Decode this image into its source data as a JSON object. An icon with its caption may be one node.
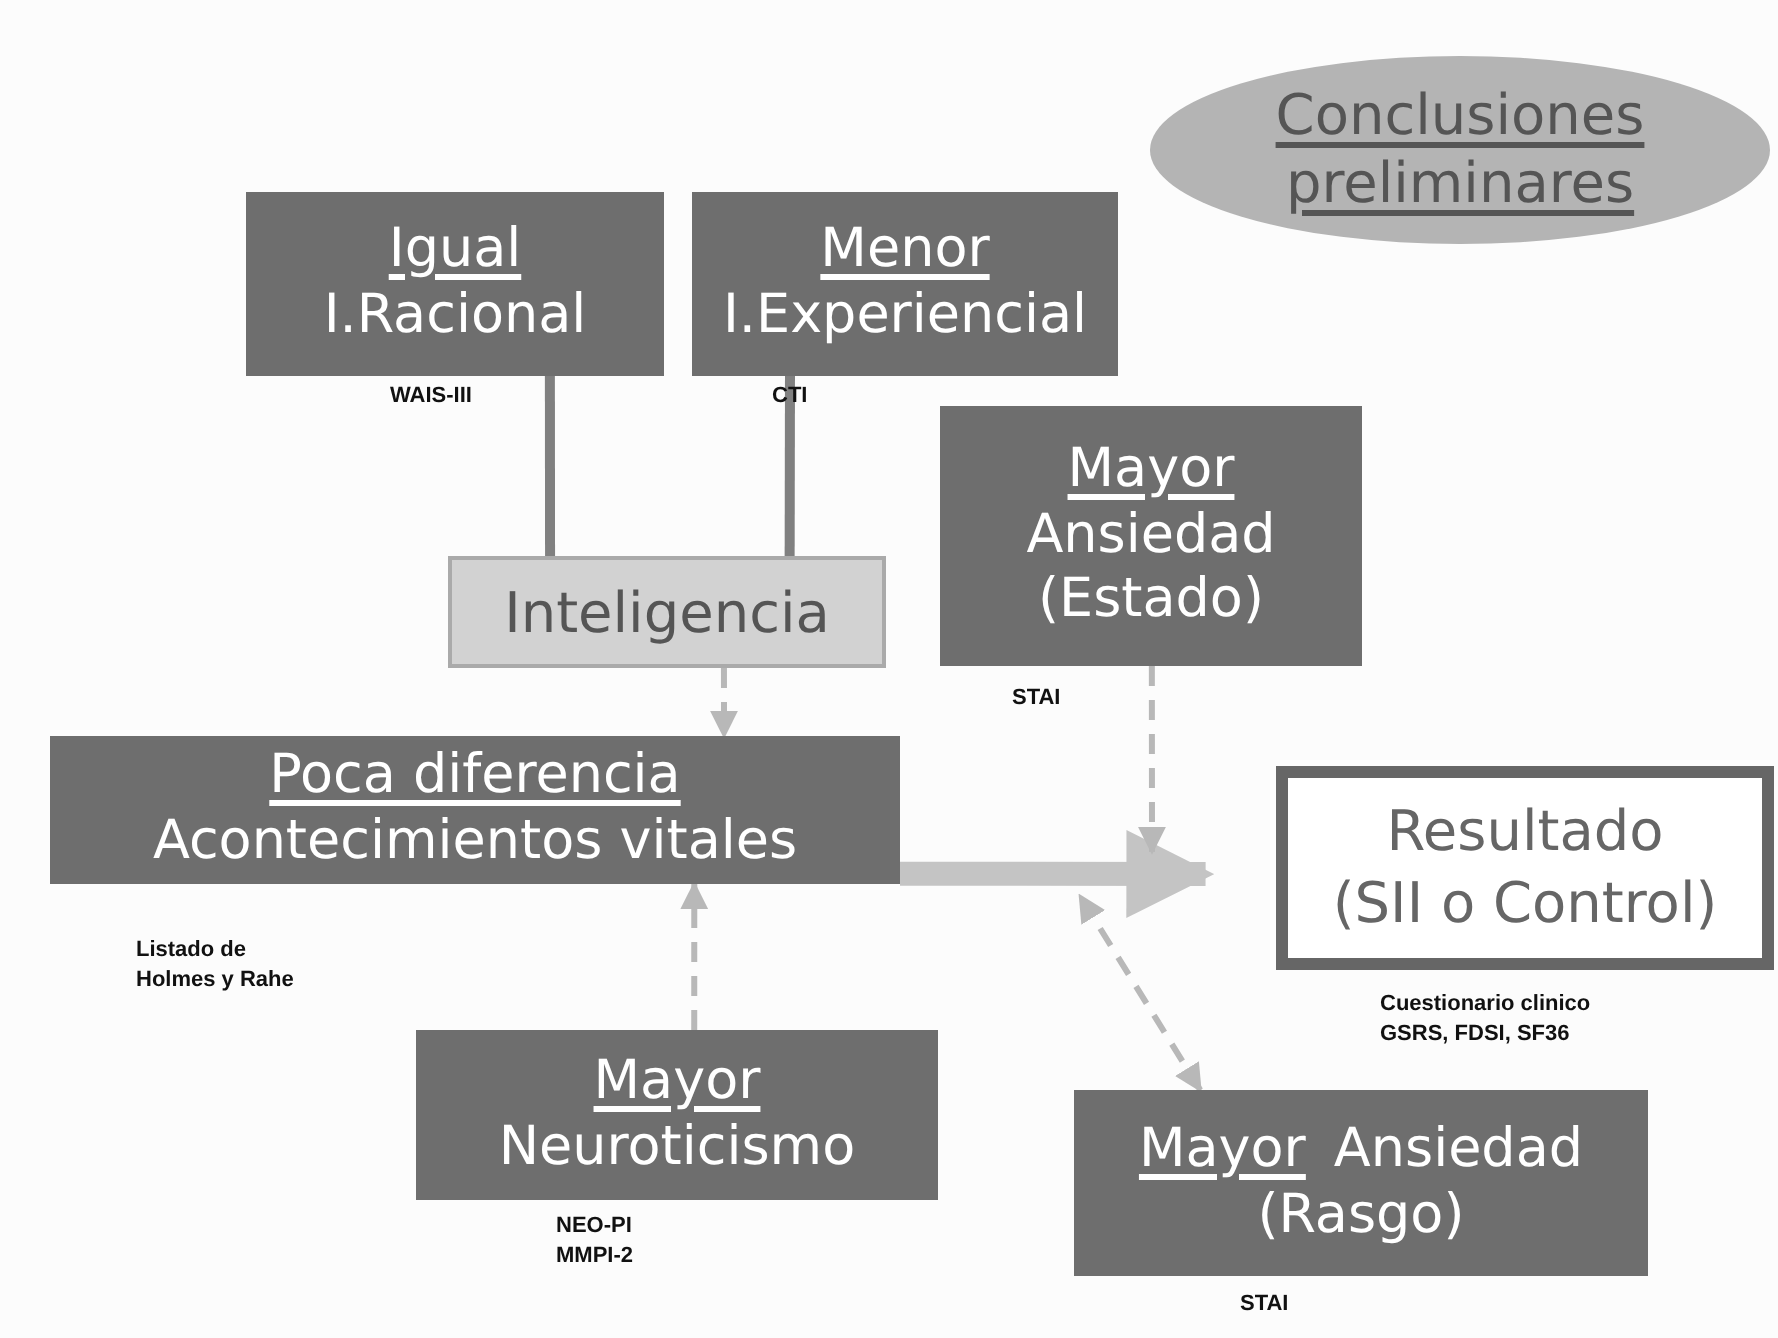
{
  "diagram": {
    "nodes": [
      {
        "text": [
          "Conclusiones preliminares"
        ]
      },
      {
        "text": [
          "Igual",
          "I.Racional"
        ],
        "beside": [
          "WAIS-III"
        ]
      },
      {
        "text": [
          "Menor",
          "I.Experiencial"
        ],
        "beside": [
          "CTI"
        ]
      },
      {
        "text": [
          "Mayor",
          "Ansiedad (Estado)"
        ],
        "beside": [
          "STAI"
        ]
      },
      {
        "text": [
          "Inteligencia"
        ]
      },
      {
        "text": [
          "Poca diferencia",
          "Acontecimientos vitales"
        ],
        "beside": [
          "Listado de Holmes y Rahe"
        ]
      },
      {
        "text": [
          "Resultado",
          "(SII o Control)"
        ],
        "beside": [
          "Cuestionario clinico",
          "GSRS, FDSI, SF36"
        ]
      },
      {
        "text": [
          "Mayor",
          "Neuroticismo"
        ],
        "beside": [
          "NEO-PI",
          "MMPI-2"
        ]
      },
      {
        "text": [
          "Mayor",
          "Ansiedad",
          "(Rasgo)"
        ],
        "beside": [
          "STAI"
        ]
      }
    ],
    "edges": [
      {
        "from": 1,
        "to": 4,
        "arrow": "none",
        "color": "#808080"
      },
      {
        "from": 2,
        "to": 4,
        "arrow": "none",
        "color": "#808080"
      },
      {
        "from": 4,
        "to": 5,
        "arrow": "to",
        "style": "dashed"
      },
      {
        "from": 5,
        "to": 6,
        "arrow": "to",
        "style": "thick",
        "color": "#c4c4c4"
      },
      {
        "from": 3,
        "to": null,
        "arrow": "to",
        "style": "dashed"
      },
      {
        "from": 8,
        "to": null,
        "arrow": "both",
        "style": "dashed"
      },
      {
        "from": 7,
        "to": 5,
        "arrow": "to",
        "style": "dashed"
      }
    ]
  }
}
